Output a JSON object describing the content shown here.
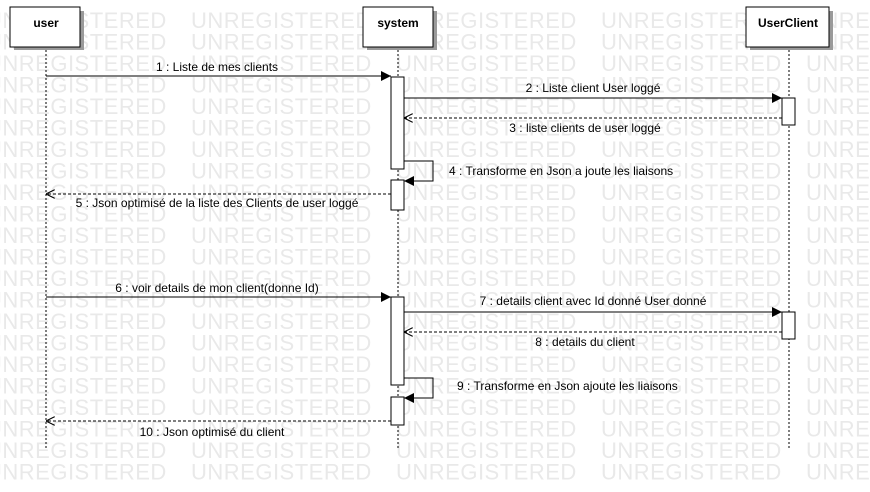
{
  "watermark": "UNREGISTERED",
  "participants": [
    {
      "id": "user",
      "label": "user"
    },
    {
      "id": "system",
      "label": "system"
    },
    {
      "id": "userclient",
      "label": "UserClient"
    }
  ],
  "messages": [
    {
      "label": "1 : Liste de mes clients"
    },
    {
      "label": "2 : Liste client User loggé"
    },
    {
      "label": "3 : liste clients de user loggé"
    },
    {
      "label": "4 : Transforme en Json a joute les liaisons"
    },
    {
      "label": "5 : Json optimisé de la liste des Clients de user loggé"
    },
    {
      "label": "6 : voir details de mon client(donne Id)"
    },
    {
      "label": "7 : details client avec Id donné User donné"
    },
    {
      "label": "8 : details du client"
    },
    {
      "label": "9 : Transforme en Json ajoute les liaisons"
    },
    {
      "label": "10 : Json optimisé du client"
    }
  ]
}
